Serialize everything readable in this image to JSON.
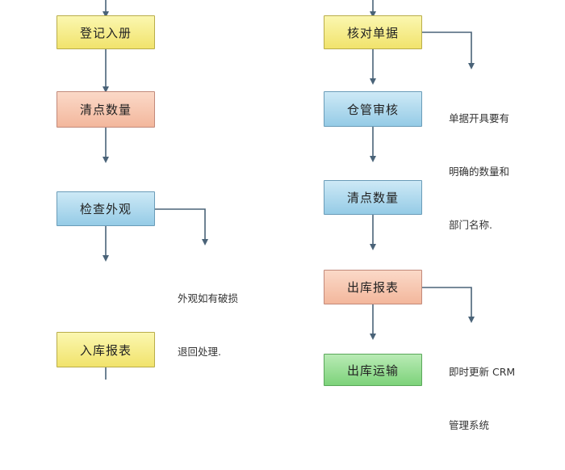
{
  "left": {
    "boxes": [
      "登记入册",
      "清点数量",
      "检查外观",
      "入库报表"
    ],
    "note": [
      "外观如有破损",
      "退回处理."
    ]
  },
  "right": {
    "boxes": [
      "核对单据",
      "仓管审核",
      "清点数量",
      "出库报表",
      "出库运输"
    ],
    "note1": [
      "单据开具要有",
      "明确的数量和",
      "部门名称."
    ],
    "note2": [
      "即时更新 CRM",
      "管理系统"
    ]
  },
  "colors": {
    "yellow": "#f5e98a",
    "salmon": "#f6c4ad",
    "blue": "#a9d6ec",
    "green": "#8fdc8c",
    "line": "#4a6378"
  }
}
